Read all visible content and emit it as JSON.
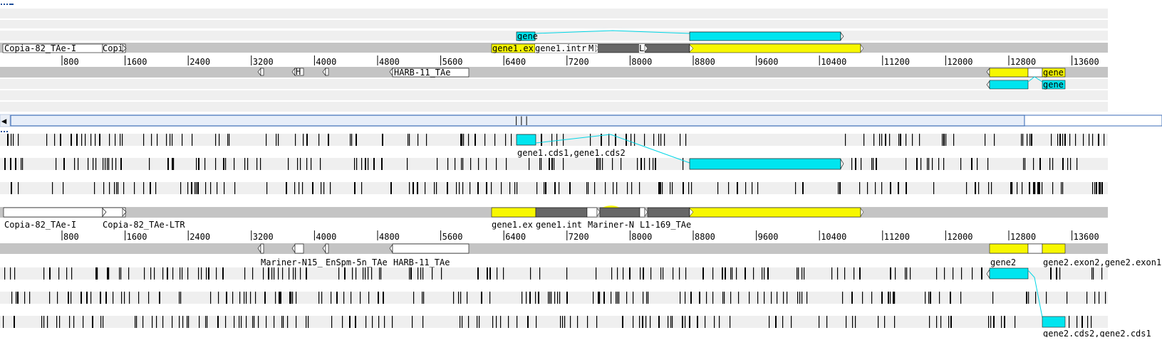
{
  "colors": {
    "row_light": "#efefef",
    "row_mid": "#c4c4c4",
    "cds": "#00e5ef",
    "exon": "#f7f700",
    "intron": "#676767",
    "te": "#ffffff",
    "connector": "#00d6e6",
    "scroll_border": "#5b86c5",
    "scroll_fill": "#dde9f8",
    "scroll_active": "#1f5fb5"
  },
  "ruler": {
    "ticks": [
      "800",
      "1600",
      "2400",
      "3200",
      "4000",
      "4800",
      "5600",
      "6400",
      "7200",
      "8000",
      "8800",
      "9600",
      "10400",
      "11200",
      "12000",
      "12800",
      "13600"
    ]
  },
  "overview": {
    "labels": {
      "copia_i": "Copia-82_TAe-I",
      "copia_ltr": "Copi",
      "harb": "HARB-11_TAe",
      "mariner_small": "H",
      "gene1_cds": "gene",
      "gene1_exon": "gene1.ex",
      "gene1_intron": "gene1.intr",
      "mariner_n": "M",
      "l1": "L",
      "gene2_exon": "gene",
      "gene2_cds": "gene"
    }
  },
  "scrollbar": {
    "left_arrow": "◀",
    "grip": "|||"
  },
  "detail": {
    "labels": {
      "gene1_cds": "gene1.cds1,gene1.cds2",
      "copia_i": "Copia-82_TAe-I",
      "copia_ltr": "Copia-82_TAe-LTR",
      "gene1_exon": "gene1.ex",
      "gene1_intron": "gene1.int",
      "mariner_n": "Mariner-N",
      "l1": "L1-169_TAe",
      "mariner_n15": "Mariner-N15_",
      "enspm": "EnSpm-5n_TAe",
      "harb": "HARB-11_TAe",
      "gene2": "gene2",
      "gene2_exon": "gene2.exon2,gene2.exon1",
      "gene2_cds": "gene2.cds2,gene2.cds1"
    }
  }
}
